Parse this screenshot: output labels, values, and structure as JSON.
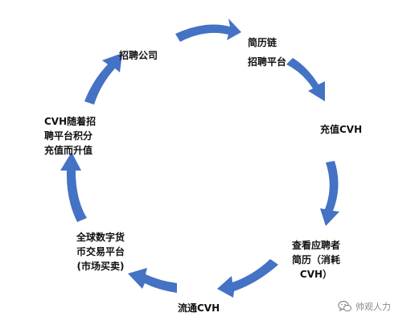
{
  "arrow_color": "#4472C4",
  "nodes": {
    "jianli_chain": {
      "lines": [
        "简历链",
        "招聘平台"
      ]
    },
    "recharge": {
      "lines": [
        "充值CVH"
      ]
    },
    "view_resume": {
      "lines": [
        "查看应聘者",
        "简历（消耗",
        "CVH）"
      ]
    },
    "circulate": {
      "lines": [
        "流通CVH"
      ]
    },
    "exchange": {
      "lines": [
        "全球数字货",
        "币交易平台",
        "(市场买卖)"
      ]
    },
    "appreciation": {
      "lines": [
        "CVH随着招",
        "聘平台积分",
        "充值而升值"
      ]
    },
    "company": {
      "lines": [
        "招聘公司"
      ]
    }
  },
  "watermark": {
    "text": "帅观人力",
    "icon": "wechat-icon"
  }
}
